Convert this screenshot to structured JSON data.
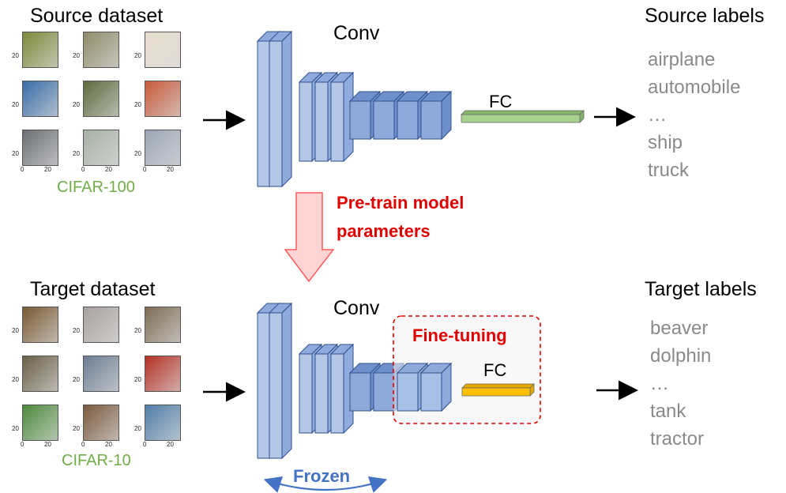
{
  "source": {
    "title": "Source dataset",
    "dataset_name": "CIFAR-100",
    "labels_title": "Source labels",
    "labels": [
      "airplane",
      "automobile",
      "…",
      "ship",
      "truck"
    ]
  },
  "target": {
    "title": "Target dataset",
    "dataset_name": "CIFAR-10",
    "labels_title": "Target labels",
    "labels": [
      "beaver",
      "dolphin",
      "…",
      "tank",
      "tractor"
    ]
  },
  "network": {
    "conv_label": "Conv",
    "fc_label": "FC",
    "fc_label_bottom": "FC"
  },
  "transfer": {
    "line1": "Pre-train model",
    "line2": "parameters"
  },
  "finetune_label": "Fine-tuning",
  "frozen_label": "Frozen",
  "axis_ticks": {
    "y": [
      "20",
      "20",
      "20"
    ],
    "x": [
      "0",
      "20"
    ]
  },
  "colors": {
    "conv_fill": "#b4c7e7",
    "conv_side": "#8faadc",
    "conv_stroke": "#2f528f",
    "fc_top": "#a9d18e",
    "fc_bottom": "#ffc000",
    "red": "#e00000",
    "frozen_blue": "#4472c4",
    "dataset_green": "#70ad47"
  },
  "source_images": [
    [
      "#7c8a3a",
      "#8f8c6a",
      "#e6ddcc"
    ],
    [
      "#3a6ea8",
      "#5d6b3e",
      "#c75a3a"
    ],
    [
      "#6d6f74",
      "#a8b2a6",
      "#9aa6b5"
    ]
  ],
  "target_images": [
    [
      "#7a5a33",
      "#a9a3a0",
      "#7d6c55"
    ],
    [
      "#6b6048",
      "#6c7d93",
      "#b53225"
    ],
    [
      "#4c8a3c",
      "#7b5a3d",
      "#4f7ea8"
    ]
  ]
}
